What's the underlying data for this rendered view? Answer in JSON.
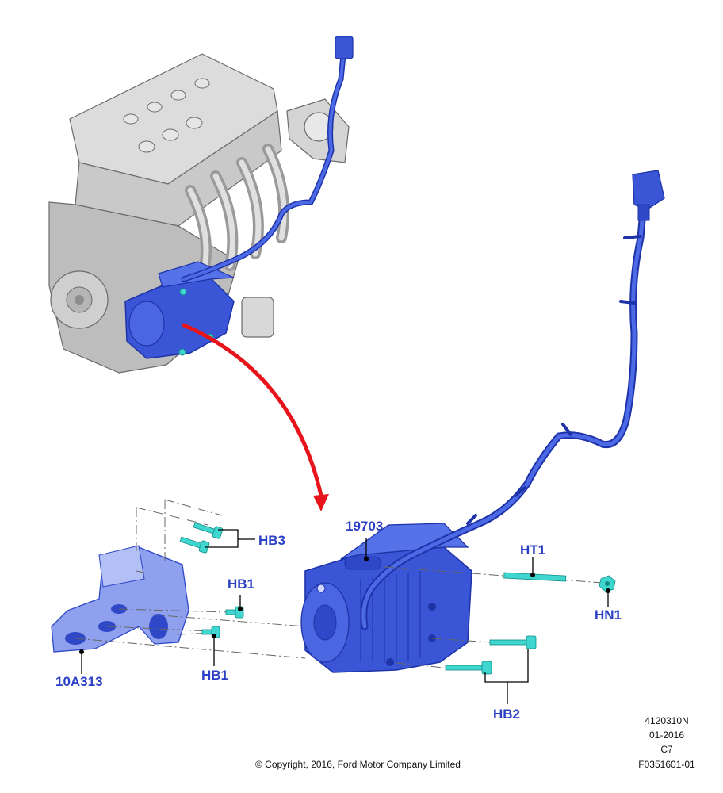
{
  "callouts": {
    "hb3": "HB3",
    "hb1_top": "HB1",
    "hb1_bottom": "HB1",
    "part_19703": "19703",
    "ht1": "HT1",
    "hn1": "HN1",
    "part_10a313": "10A313",
    "hb2": "HB2"
  },
  "meta": {
    "code1": "4120310N",
    "date": "01-2016",
    "code2": "C7",
    "code3": "F0351601-01",
    "copyright": "© Copyright, 2016, Ford Motor Company Limited"
  },
  "colors": {
    "part_blue": "#3a56d6",
    "part_blue_dark": "#1e33a8",
    "label_blue": "#2b3fc4",
    "fastener_cyan": "#3ed6cf",
    "arrow_red": "#e8141c",
    "engine_gray": "#c9c9c9"
  }
}
